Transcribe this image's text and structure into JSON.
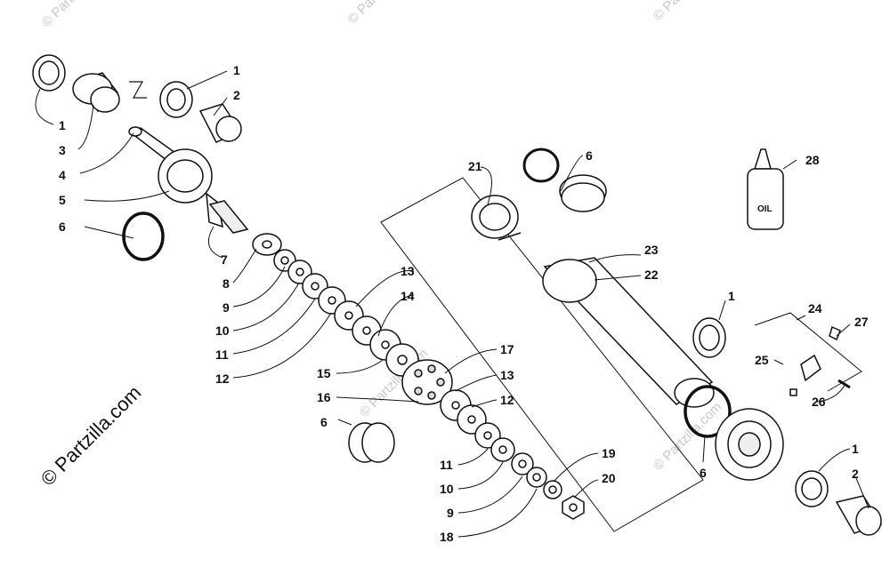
{
  "diagram": {
    "watermark_text": "© Partzilla.com",
    "side_credit": "© Partzilla.com",
    "oil_label": "OIL",
    "callouts": [
      "1",
      "1",
      "2",
      "3",
      "4",
      "5",
      "6",
      "7",
      "8",
      "9",
      "10",
      "11",
      "12",
      "13",
      "14",
      "15",
      "16",
      "6",
      "17",
      "13",
      "12",
      "11",
      "10",
      "9",
      "18",
      "19",
      "20",
      "21",
      "6",
      "23",
      "22",
      "28",
      "1",
      "24",
      "27",
      "25",
      "26",
      "6",
      "1",
      "2"
    ]
  }
}
